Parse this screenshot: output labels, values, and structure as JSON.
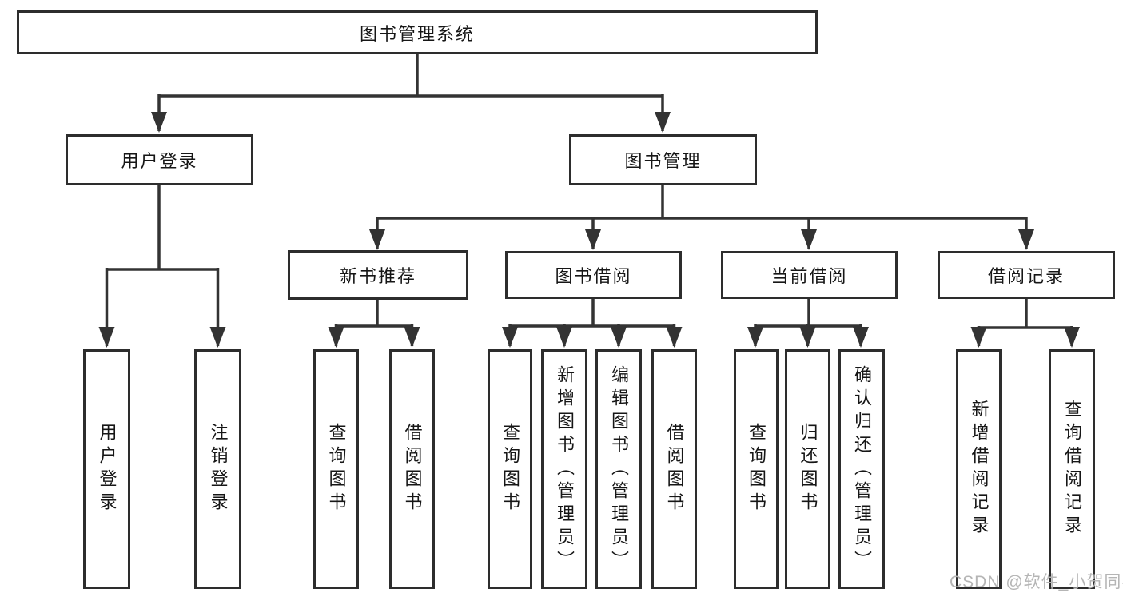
{
  "diagram": {
    "root": {
      "label": "图书管理系统",
      "children": [
        {
          "label": "用户登录",
          "children": [
            {
              "label": "用户登录"
            },
            {
              "label": "注销登录"
            }
          ]
        },
        {
          "label": "图书管理",
          "children": [
            {
              "label": "新书推荐",
              "children": [
                {
                  "label": "查询图书"
                },
                {
                  "label": "借阅图书"
                }
              ]
            },
            {
              "label": "图书借阅",
              "children": [
                {
                  "label": "查询图书"
                },
                {
                  "label": "新增图书（管理员）"
                },
                {
                  "label": "编辑图书（管理员）"
                },
                {
                  "label": "借阅图书"
                }
              ]
            },
            {
              "label": "当前借阅",
              "children": [
                {
                  "label": "查询图书"
                },
                {
                  "label": "归还图书"
                },
                {
                  "label": "确认归还（管理员）"
                }
              ]
            },
            {
              "label": "借阅记录",
              "children": [
                {
                  "label": "新增借阅记录"
                },
                {
                  "label": "查询借阅记录"
                }
              ]
            }
          ]
        }
      ]
    }
  },
  "watermark": {
    "text": "CSDN @软件_小贺同学"
  },
  "colors": {
    "line": "#333333",
    "box_border": "#2d2d2d",
    "text": "#161616",
    "watermark": "#b5b5b5",
    "background": "#ffffff"
  }
}
